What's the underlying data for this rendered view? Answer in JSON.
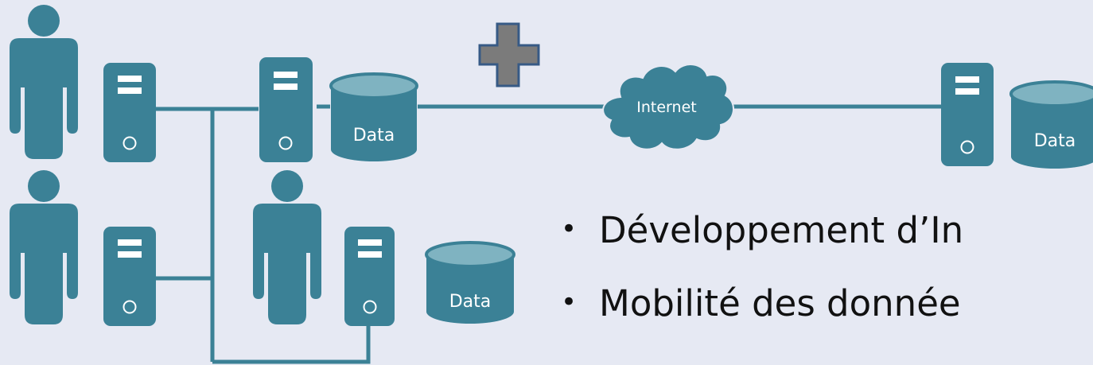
{
  "colors": {
    "background": "#e6e9f3",
    "server": "#3b8196",
    "person": "#3b8196",
    "link": "#3b8196",
    "cylinder_top": "#7fb3c1",
    "cloud": "#3b8196",
    "plus_fill": "#7b7b7b",
    "plus_stroke": "#375a86",
    "text_light": "#ffffff",
    "text_dark": "#111111"
  },
  "icons": {
    "person": "person-icon",
    "server": "server-icon",
    "database": "database-icon",
    "cloud": "cloud-icon",
    "plus": "plus-icon"
  },
  "labels": {
    "data": "Data",
    "internet": "Internet"
  },
  "bullets": [
    "Développement d’In",
    "Mobilité des donnée"
  ]
}
